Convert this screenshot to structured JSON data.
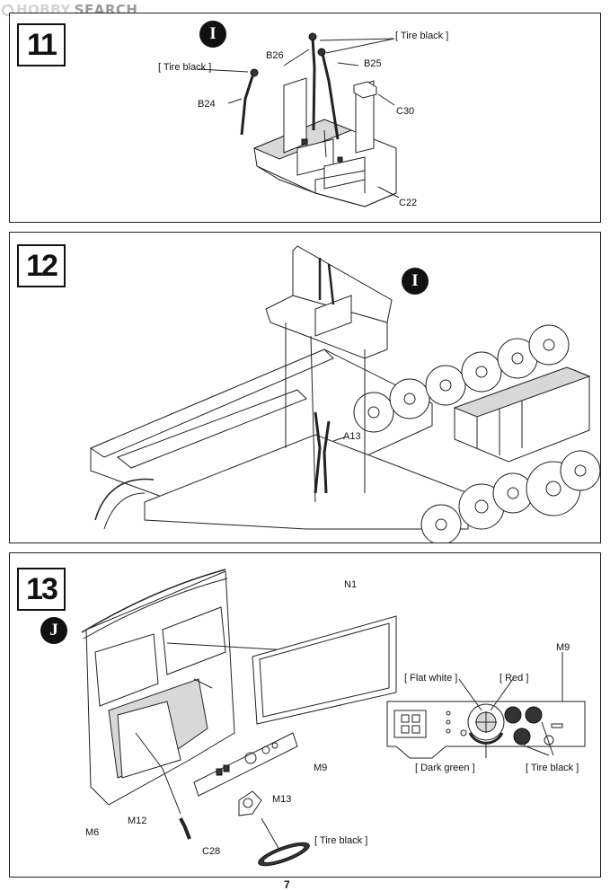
{
  "watermark": {
    "logo": "HOBBY",
    "search": "SEARCH"
  },
  "steps": [
    {
      "number": "11",
      "subassembly": "I",
      "labels": {
        "tire_black_top": "[ Tire black ]",
        "tire_black_left": "[ Tire black ]",
        "b26": "B26",
        "b25": "B25",
        "b24": "B24",
        "c30": "C30",
        "c22": "C22"
      }
    },
    {
      "number": "12",
      "subassembly": "I",
      "labels": {
        "a13": "A13"
      }
    },
    {
      "number": "13",
      "subassembly": "J",
      "labels": {
        "n1": "N1",
        "m9_detail": "M9",
        "flat_white": "[ Flat white ]",
        "red": "[ Red ]",
        "dark_green": "[ Dark green ]",
        "tire_black_gauges": "[ Tire black ]",
        "m9": "M9",
        "m13": "M13",
        "m12": "M12",
        "m6": "M6",
        "c28": "C28",
        "tire_black_c28": "[ Tire black ]"
      }
    }
  ],
  "page_number": "7"
}
